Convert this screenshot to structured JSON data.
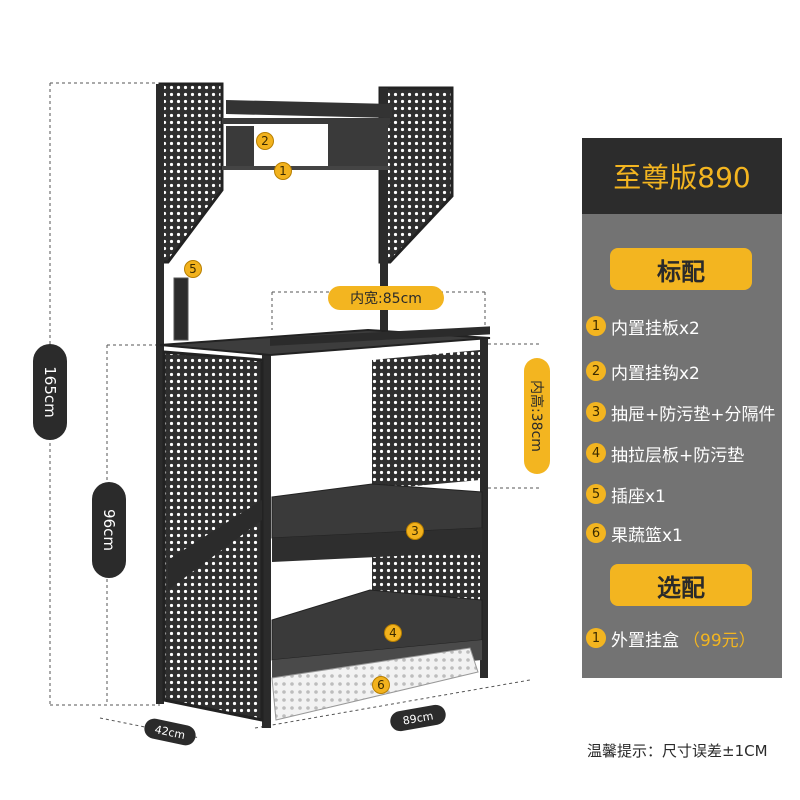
{
  "dimensions": {
    "height_total": "165cm",
    "height_lower": "96cm",
    "inner_width": "内宽:85cm",
    "inner_height": "内高:38cm",
    "depth": "42cm",
    "width": "89cm"
  },
  "callouts": [
    "1",
    "2",
    "3",
    "4",
    "5",
    "6"
  ],
  "panel": {
    "title": "至尊版890",
    "standard_label": "标配",
    "standard_items": [
      {
        "num": "1",
        "text": "内置挂板x2"
      },
      {
        "num": "2",
        "text": "内置挂钩x2"
      },
      {
        "num": "3",
        "text": "抽屉+防污垫+分隔件"
      },
      {
        "num": "4",
        "text": "抽拉层板+防污垫"
      },
      {
        "num": "5",
        "text": "插座x1"
      },
      {
        "num": "6",
        "text": "果蔬篮x1"
      }
    ],
    "optional_label": "选配",
    "optional_items": [
      {
        "num": "1",
        "text": "外置挂盒",
        "price": "（99元）"
      }
    ]
  },
  "note": "温馨提示：尺寸误差±1CM",
  "colors": {
    "accent": "#f3b520",
    "dark": "#2c2c2c",
    "panel": "#737373",
    "rack": "#2f2f2f"
  }
}
